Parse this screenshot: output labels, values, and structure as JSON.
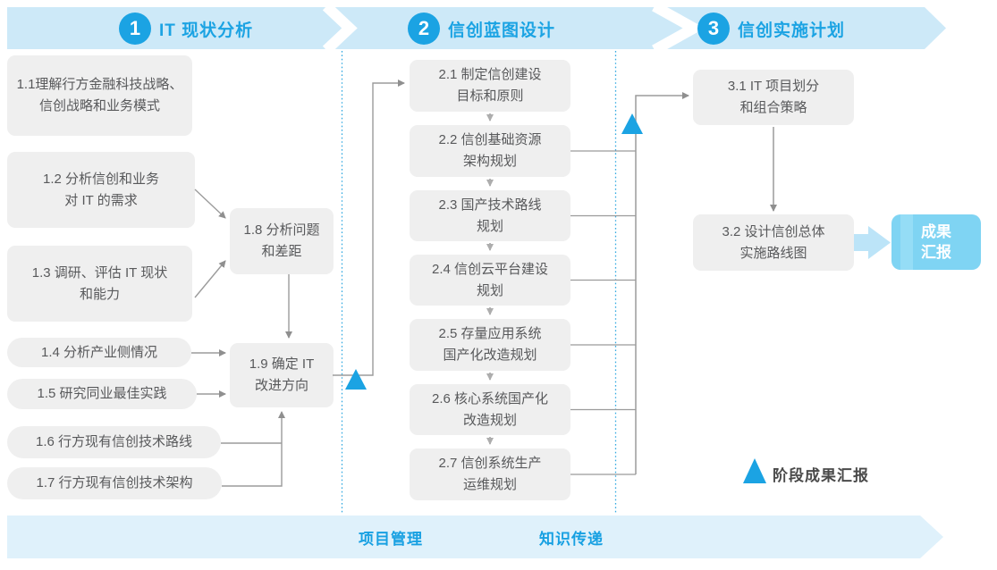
{
  "colors": {
    "accent_blue": "#1BA3E3",
    "header_band_blue": "#CDE9F8",
    "bottom_band_blue": "#DFF1FB",
    "box_gray": "#EFEFEF",
    "box_text_gray": "#58595B",
    "connector_gray": "#9B9B9B",
    "deliverable_blue": "#7FD4F3",
    "fat_arrow_blue": "#BCE4F8"
  },
  "phases": [
    {
      "number": "1",
      "title": "IT 现状分析"
    },
    {
      "number": "2",
      "title": "信创蓝图设计"
    },
    {
      "number": "3",
      "title": "信创实施计划"
    }
  ],
  "steps_phase1": [
    {
      "id": "1.1",
      "text": "1.1理解行方金融科技战略、\n信创战略和业务模式"
    },
    {
      "id": "1.2",
      "text": "1.2 分析信创和业务\n对 IT 的需求"
    },
    {
      "id": "1.3",
      "text": "1.3 调研、评估 IT 现状\n和能力"
    },
    {
      "id": "1.4",
      "text": "1.4 分析产业侧情况"
    },
    {
      "id": "1.5",
      "text": "1.5 研究同业最佳实践"
    },
    {
      "id": "1.6",
      "text": "1.6 行方现有信创技术路线"
    },
    {
      "id": "1.7",
      "text": "1.7 行方现有信创技术架构"
    },
    {
      "id": "1.8",
      "text": "1.8 分析问题\n和差距"
    },
    {
      "id": "1.9",
      "text": "1.9 确定 IT\n改进方向"
    }
  ],
  "steps_phase2": [
    {
      "id": "2.1",
      "text": "2.1 制定信创建设\n目标和原则"
    },
    {
      "id": "2.2",
      "text": "2.2 信创基础资源\n架构规划"
    },
    {
      "id": "2.3",
      "text": "2.3 国产技术路线\n规划"
    },
    {
      "id": "2.4",
      "text": "2.4 信创云平台建设\n规划"
    },
    {
      "id": "2.5",
      "text": "2.5 存量应用系统\n国产化改造规划"
    },
    {
      "id": "2.6",
      "text": "2.6 核心系统国产化\n改造规划"
    },
    {
      "id": "2.7",
      "text": "2.7 信创系统生产\n运维规划"
    }
  ],
  "steps_phase3": [
    {
      "id": "3.1",
      "text": "3.1 IT 项目划分\n和组合策略"
    },
    {
      "id": "3.2",
      "text": "3.2 设计信创总体\n实施路线图"
    }
  ],
  "deliverable": {
    "label": "成果\n汇报"
  },
  "legend": {
    "label": "阶段成果汇报"
  },
  "bottom_band": {
    "left_label": "项目管理",
    "right_label": "知识传递"
  }
}
